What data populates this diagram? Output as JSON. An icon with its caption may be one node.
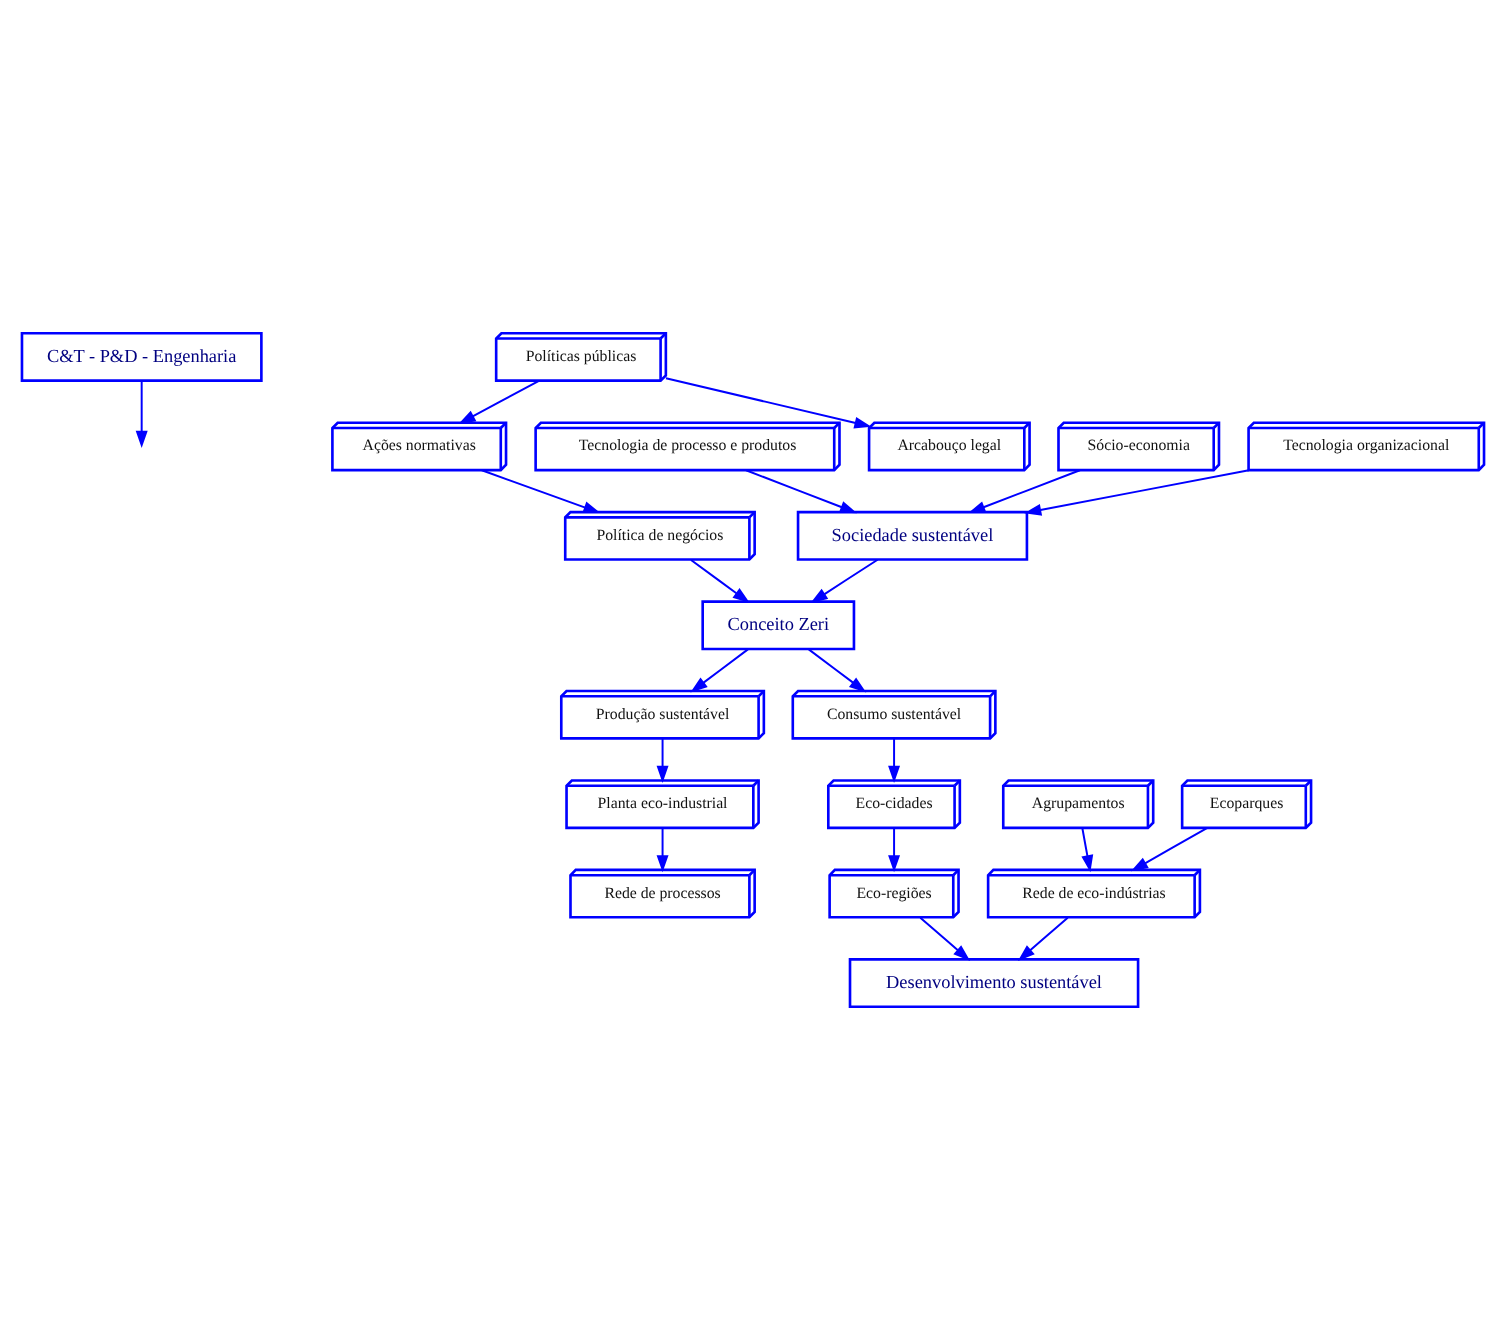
{
  "diagram": {
    "nodes": [
      {
        "text": [
          "C&T - P&D - Engenharia"
        ]
      },
      {
        "text": [
          "Tecnologia de processo e produtos"
        ]
      },
      {
        "text": [
          "Sócio-economia"
        ]
      },
      {
        "text": [
          "Tecnologia organizacional"
        ]
      },
      {
        "text": [
          "Políticas públicas"
        ]
      },
      {
        "text": [
          "Sociedade sustentável"
        ]
      },
      {
        "text": [
          "Ações normativas"
        ]
      },
      {
        "text": [
          "Arcabouço legal"
        ]
      },
      {
        "text": [
          "Conceito Zeri"
        ]
      },
      {
        "text": [
          "Política de negócios"
        ]
      },
      {
        "text": [
          "Produção sustentável"
        ]
      },
      {
        "text": [
          "Consumo sustentável"
        ]
      },
      {
        "text": [
          "Planta eco-industrial"
        ]
      },
      {
        "text": [
          "Agrupamentos"
        ]
      },
      {
        "text": [
          "Rede de processos"
        ]
      },
      {
        "text": [
          "Ecoparques"
        ]
      },
      {
        "text": [
          "Rede de eco-indústrias"
        ]
      },
      {
        "text": [
          "Eco-cidades"
        ]
      },
      {
        "text": [
          "Eco-regiões"
        ]
      },
      {
        "text": [
          "Desenvolvimento sustentável"
        ]
      }
    ],
    "edges": [
      {
        "from": 0,
        "to": null,
        "arrow": "to"
      },
      {
        "from": 1,
        "to": 5,
        "arrow": "to"
      },
      {
        "from": 2,
        "to": 5,
        "arrow": "to"
      },
      {
        "from": 3,
        "to": 5,
        "arrow": "to"
      },
      {
        "from": 5,
        "to": 8,
        "arrow": "to"
      },
      {
        "from": 4,
        "to": 6,
        "arrow": "to"
      },
      {
        "from": 4,
        "to": 7,
        "arrow": "to"
      },
      {
        "from": 6,
        "to": 9,
        "arrow": "to"
      },
      {
        "from": 9,
        "to": 8,
        "arrow": "to"
      },
      {
        "from": 8,
        "to": 10,
        "arrow": "to"
      },
      {
        "from": 8,
        "to": 11,
        "arrow": "to"
      },
      {
        "from": 10,
        "to": 12,
        "arrow": "to"
      },
      {
        "from": 12,
        "to": 14,
        "arrow": "to"
      },
      {
        "from": 13,
        "to": 16,
        "arrow": "to"
      },
      {
        "from": 15,
        "to": 16,
        "arrow": "to"
      },
      {
        "from": 16,
        "to": 19,
        "arrow": "to"
      },
      {
        "from": 11,
        "to": 17,
        "arrow": "to"
      },
      {
        "from": 17,
        "to": 18,
        "arrow": "to"
      },
      {
        "from": 18,
        "to": 19,
        "arrow": "to"
      }
    ]
  }
}
